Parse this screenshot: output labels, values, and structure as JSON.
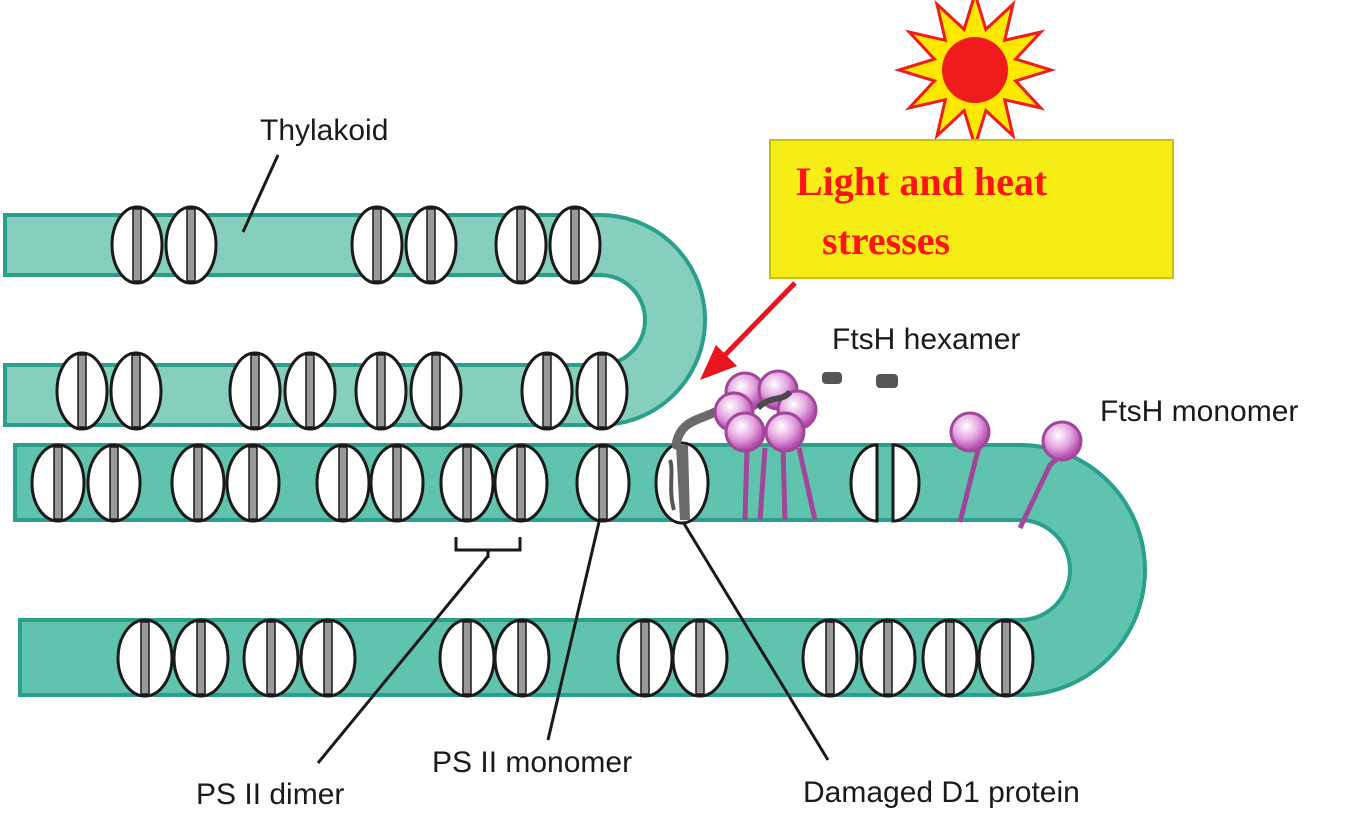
{
  "labels": {
    "thylakoid": "Thylakoid",
    "stress_line1": "Light and heat",
    "stress_line2": "stresses",
    "ftsh_hexamer": "FtsH hexamer",
    "ftsh_monomer": "FtsH monomer",
    "psii_dimer": "PS II dimer",
    "psii_monomer": "PS II monomer",
    "damaged_d1": "Damaged D1 protein"
  },
  "colors": {
    "membrane_fill": "#5fc3ad",
    "membrane_fill_light": "#86cfbd",
    "membrane_stroke": "#2a9f8c",
    "protein_stroke": "#1a1a1a",
    "protein_stripe": "#9a9a9a",
    "ftsh_magenta": "#a0479a",
    "sun_red": "#ee1c1c",
    "sun_yellow": "#ffe800",
    "callout_yellow": "#f6ec16",
    "stress_text": "#ff1414",
    "arrow_red": "#e8141e"
  },
  "icons": {
    "sun": "sun-icon",
    "arrow": "red-arrow-icon"
  }
}
